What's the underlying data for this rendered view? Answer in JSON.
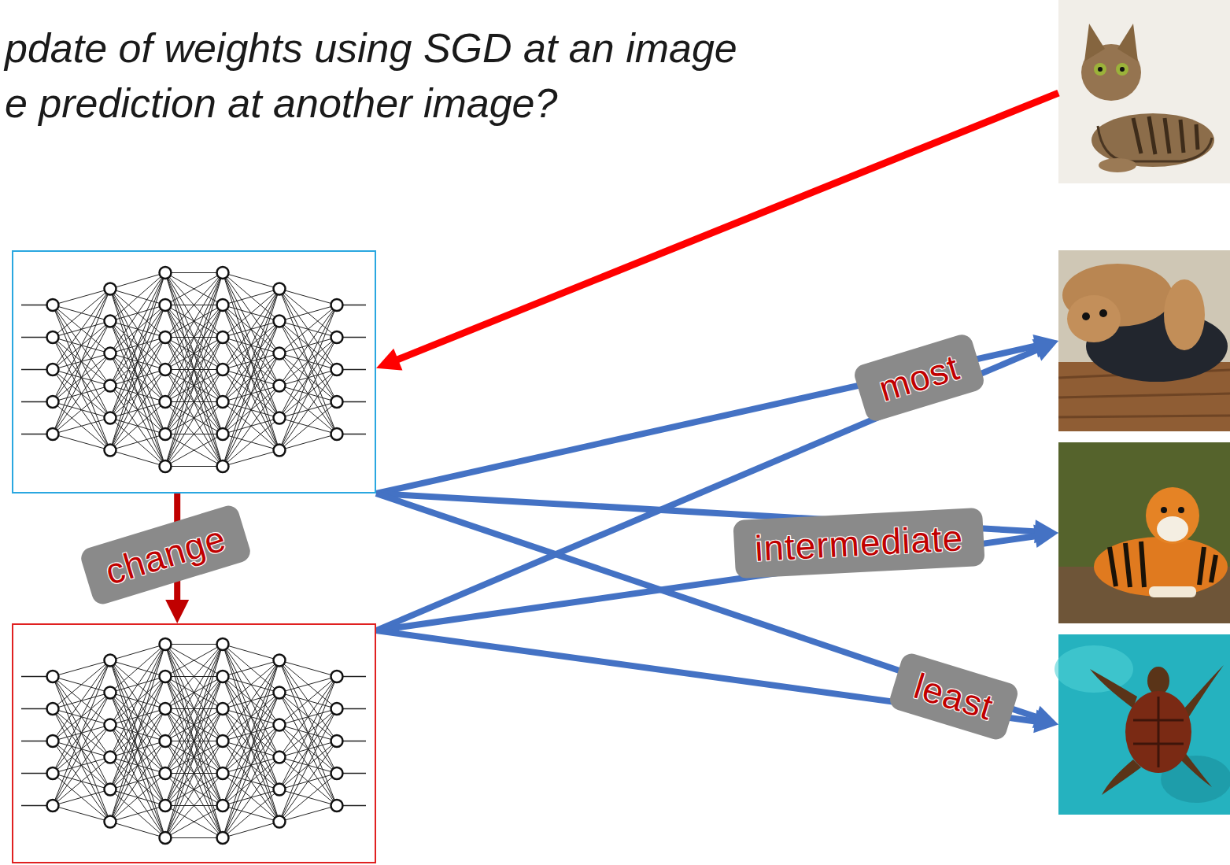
{
  "diagram": {
    "title": "pdate of weights using SGD at an image e prediction at another image?",
    "nodes": [
      {
        "text": []
      },
      {
        "text": []
      },
      {
        "text": []
      },
      {
        "text": []
      },
      {
        "text": []
      },
      {
        "text": []
      }
    ],
    "edges": [
      {
        "from": 2,
        "to": 0,
        "arrow": "to"
      },
      {
        "from": 0,
        "to": 1,
        "label": "change",
        "arrow": "to"
      },
      {
        "from": 0,
        "to": 3,
        "arrow": "to"
      },
      {
        "from": 0,
        "to": 4,
        "arrow": "to"
      },
      {
        "from": 0,
        "to": 5,
        "arrow": "to"
      },
      {
        "from": 1,
        "to": 3,
        "label": "most",
        "arrow": "to"
      },
      {
        "from": 1,
        "to": 4,
        "label": "intermediate",
        "arrow": "to"
      },
      {
        "from": 1,
        "to": 5,
        "label": "least",
        "arrow": "to"
      }
    ]
  }
}
